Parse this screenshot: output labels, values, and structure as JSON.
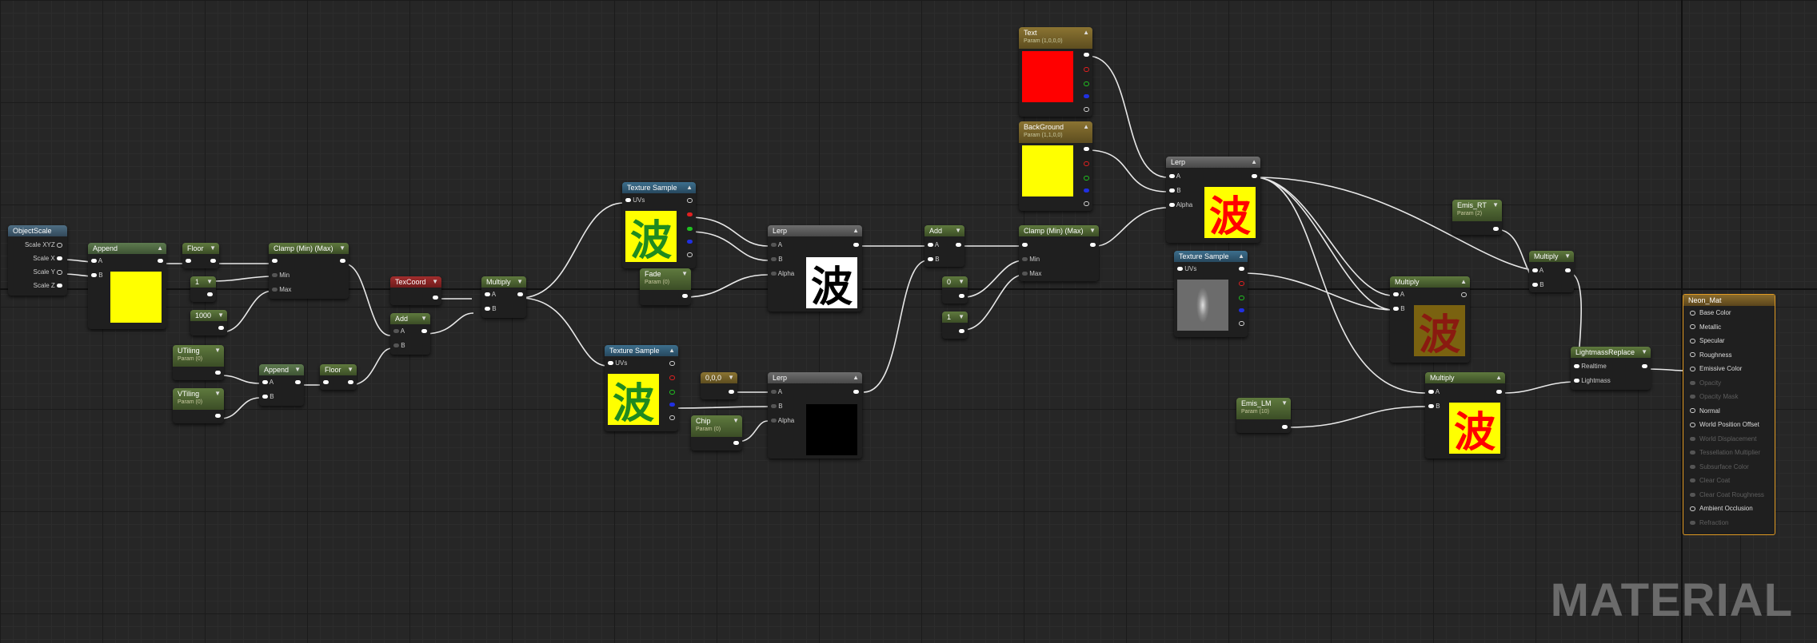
{
  "watermark": "MATERIAL",
  "colors": {
    "yellow": "#ffff00",
    "red": "#ff0000",
    "black": "#000000",
    "white": "#ffffff",
    "accent": "#e09a23"
  },
  "glyph_char": "波",
  "nodes": {
    "objectscale": {
      "title": "ObjectScale",
      "pins": [
        "Scale XYZ",
        "Scale X",
        "Scale Y",
        "Scale Z"
      ]
    },
    "append1": {
      "title": "Append",
      "pins": [
        "A",
        "B"
      ]
    },
    "floor1": {
      "title": "Floor"
    },
    "const_1": {
      "title": "1"
    },
    "const_1000": {
      "title": "1000"
    },
    "clamp1": {
      "title": "Clamp (Min) (Max)",
      "pins": [
        "Min",
        "Max"
      ]
    },
    "utiling": {
      "title": "UTiling",
      "sub": "Param (0)"
    },
    "vtiling": {
      "title": "VTiling",
      "sub": "Param (0)"
    },
    "append2": {
      "title": "Append",
      "pins": [
        "A",
        "B"
      ]
    },
    "floor2": {
      "title": "Floor"
    },
    "texcoord": {
      "title": "TexCoord"
    },
    "add1": {
      "title": "Add",
      "pins": [
        "A",
        "B"
      ]
    },
    "multiply1": {
      "title": "Multiply",
      "pins": [
        "A",
        "B"
      ]
    },
    "texsample1": {
      "title": "Texture Sample",
      "pins": [
        "UVs"
      ]
    },
    "texsample2": {
      "title": "Texture Sample",
      "pins": [
        "UVs"
      ]
    },
    "fade": {
      "title": "Fade",
      "sub": "Param (0)"
    },
    "const_000": {
      "title": "0,0,0"
    },
    "chip": {
      "title": "Chip",
      "sub": "Param (0)"
    },
    "lerp1": {
      "title": "Lerp",
      "pins": [
        "A",
        "B",
        "Alpha"
      ]
    },
    "lerp2": {
      "title": "Lerp",
      "pins": [
        "A",
        "B",
        "Alpha"
      ]
    },
    "add2": {
      "title": "Add",
      "pins": [
        "A",
        "B"
      ]
    },
    "const_0": {
      "title": "0"
    },
    "const_1b": {
      "title": "1"
    },
    "clamp2": {
      "title": "Clamp (Min) (Max)",
      "pins": [
        "Min",
        "Max"
      ]
    },
    "text": {
      "title": "Text",
      "sub": "Param (1,0,0,0)"
    },
    "background": {
      "title": "BackGround",
      "sub": "Param (1,1,0,0)"
    },
    "lerp3": {
      "title": "Lerp",
      "pins": [
        "A",
        "B",
        "Alpha"
      ]
    },
    "texsample3": {
      "title": "Texture Sample",
      "pins": [
        "UVs"
      ]
    },
    "multiply2": {
      "title": "Multiply",
      "pins": [
        "A",
        "B"
      ]
    },
    "multiply3": {
      "title": "Multiply",
      "pins": [
        "A",
        "B"
      ]
    },
    "emis_rt": {
      "title": "Emis_RT",
      "sub": "Param (2)"
    },
    "emis_lm": {
      "title": "Emis_LM",
      "sub": "Param (10)"
    },
    "multiply4": {
      "title": "Multiply",
      "pins": [
        "A",
        "B"
      ]
    },
    "lightmassreplace": {
      "title": "LightmassReplace",
      "pins": [
        "Realtime",
        "Lightmass"
      ]
    }
  },
  "material": {
    "title": "Neon_Mat",
    "inputs": [
      {
        "label": "Base Color",
        "active": true
      },
      {
        "label": "Metallic",
        "active": true
      },
      {
        "label": "Specular",
        "active": true
      },
      {
        "label": "Roughness",
        "active": true
      },
      {
        "label": "Emissive Color",
        "active": true
      },
      {
        "label": "Opacity",
        "active": false
      },
      {
        "label": "Opacity Mask",
        "active": false
      },
      {
        "label": "Normal",
        "active": true
      },
      {
        "label": "World Position Offset",
        "active": true
      },
      {
        "label": "World Displacement",
        "active": false
      },
      {
        "label": "Tessellation Multiplier",
        "active": false
      },
      {
        "label": "Subsurface Color",
        "active": false
      },
      {
        "label": "Clear Coat",
        "active": false
      },
      {
        "label": "Clear Coat Roughness",
        "active": false
      },
      {
        "label": "Ambient Occlusion",
        "active": true
      },
      {
        "label": "Refraction",
        "active": false
      }
    ]
  }
}
